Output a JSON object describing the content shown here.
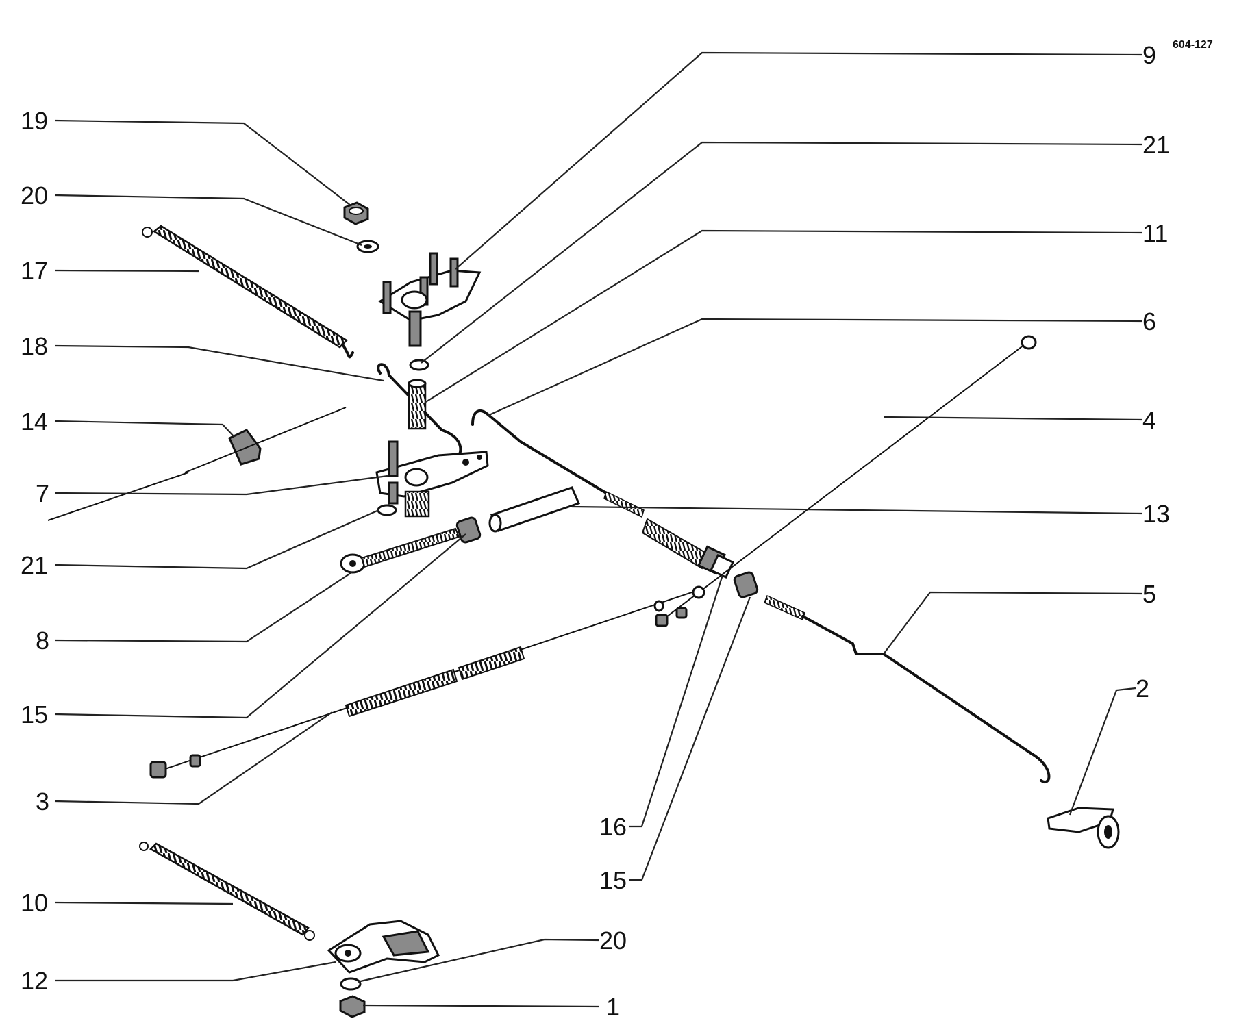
{
  "reference_code": "604-127",
  "callouts": {
    "n9": "9",
    "n21_top": "21",
    "n11": "11",
    "n6": "6",
    "n4": "4",
    "n13": "13",
    "n5": "5",
    "n2": "2",
    "n19": "19",
    "n20_top": "20",
    "n17": "17",
    "n18": "18",
    "n14": "14",
    "n7": "7",
    "n21_left": "21",
    "n8": "8",
    "n15_left": "15",
    "n3": "3",
    "n10": "10",
    "n12": "12",
    "n20_bottom": "20",
    "n1": "1",
    "n16": "16",
    "n15_bottom": "15"
  }
}
